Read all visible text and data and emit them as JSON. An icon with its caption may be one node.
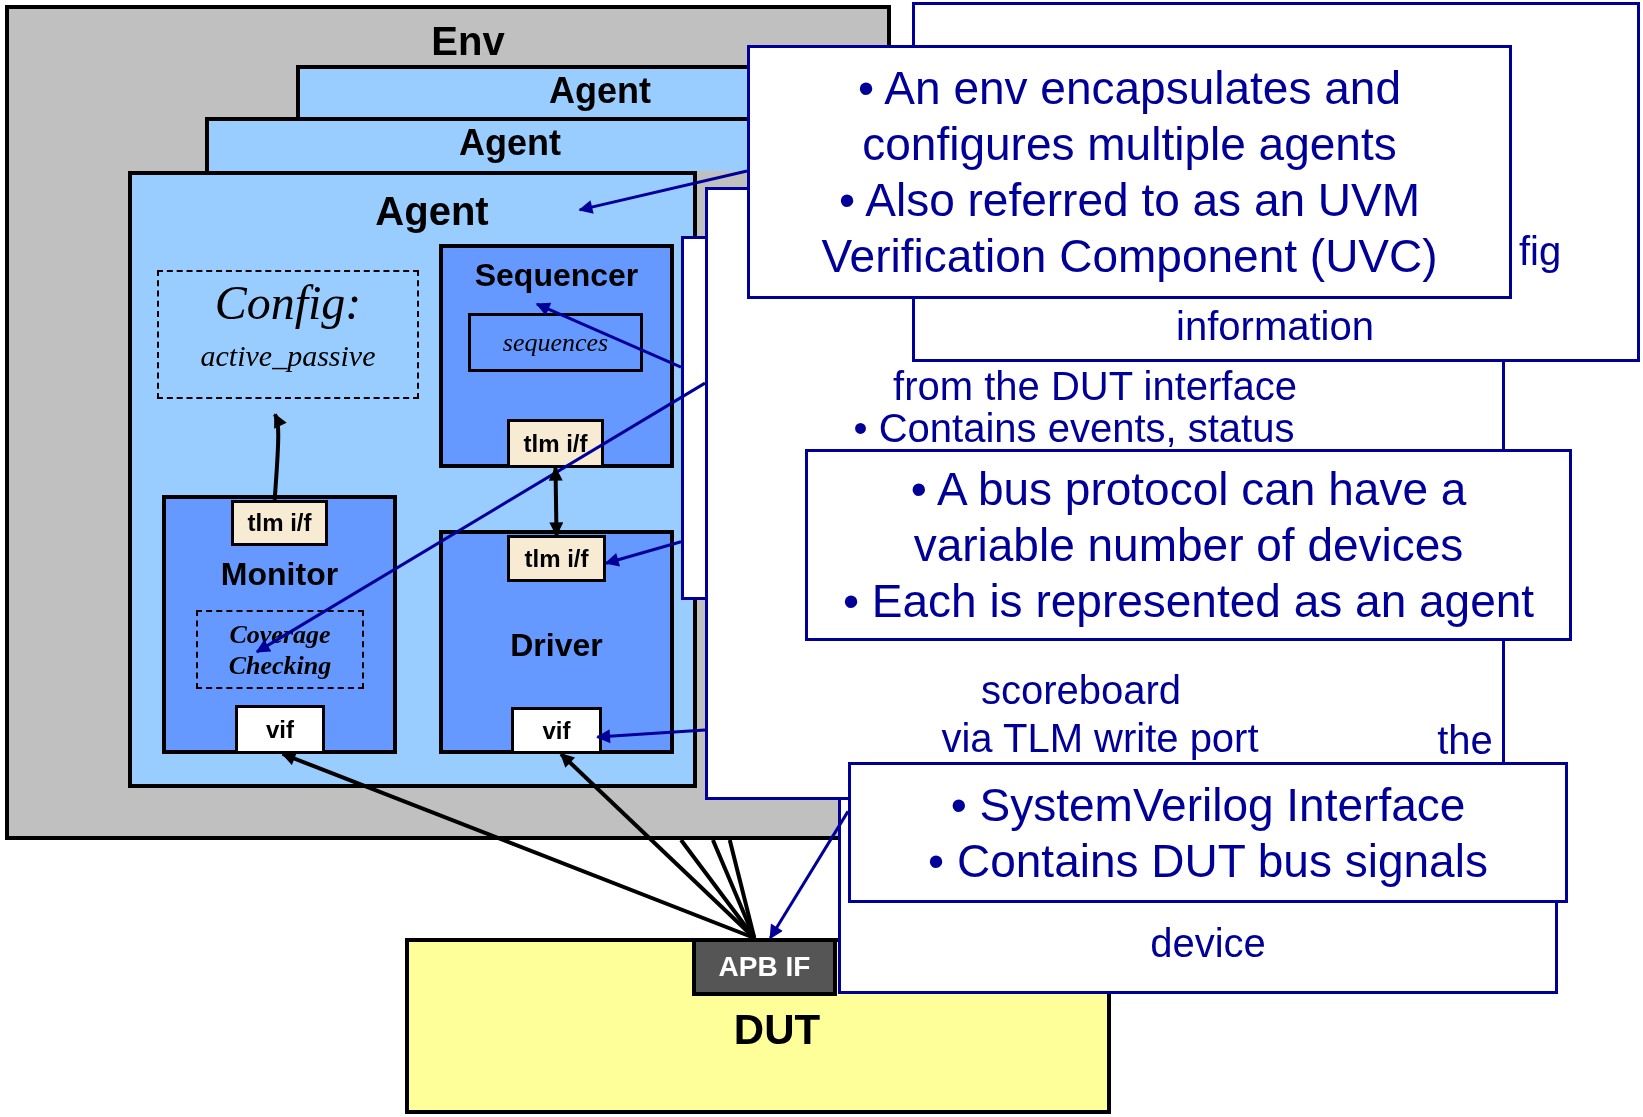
{
  "diagram": {
    "nodes": [
      {
        "text": [
          "Env"
        ]
      },
      {
        "text": [
          "Agent"
        ],
        "in": 0
      },
      {
        "text": [
          "Agent"
        ],
        "in": 0
      },
      {
        "text": [
          "Agent"
        ],
        "in": 0
      },
      {
        "text": [
          "Config:",
          "active_passive"
        ],
        "in": 3
      },
      {
        "text": [
          "Sequencer"
        ],
        "in": 3
      },
      {
        "text": [
          "sequences"
        ],
        "in": 5
      },
      {
        "text": [
          "tlm i/f"
        ],
        "in": 5
      },
      {
        "text": [
          "Monitor"
        ],
        "in": 3
      },
      {
        "text": [
          "tlm i/f"
        ],
        "in": 8
      },
      {
        "text": [
          "Coverage Checking"
        ],
        "in": 8
      },
      {
        "text": [
          "vif"
        ],
        "in": 8
      },
      {
        "text": [
          "Driver"
        ],
        "in": 3
      },
      {
        "text": [
          "tlm i/f"
        ],
        "in": 12
      },
      {
        "text": [
          "vif"
        ],
        "in": 12
      },
      {
        "text": [
          "DUT"
        ]
      },
      {
        "text": [
          "APB IF"
        ],
        "in": 15
      },
      {
        "text": [
          "fig",
          "information"
        ]
      },
      {
        "text": [],
        "shape": "box",
        "in": 0
      },
      {
        "text": [
          "from the DUT interface",
          "• Contains events, status",
          "scoreboard",
          "via TLM write port",
          "the"
        ]
      },
      {
        "text": [
          "device"
        ]
      },
      {
        "text": [
          "• An env encapsulates and configures multiple agents",
          "• Also referred to as an UVM Verification Component (UVC)"
        ]
      },
      {
        "text": [
          "• A bus protocol can have a variable number of devices",
          "• Each is represented as an agent"
        ]
      },
      {
        "text": [
          "• SystemVerilog Interface",
          "• Contains DUT bus signals"
        ]
      }
    ],
    "edges": [
      {
        "from": 21,
        "to": 3,
        "arrow": "to",
        "color": "#000099"
      },
      {
        "from": 18,
        "to": 5,
        "arrow": "to",
        "color": "#000099"
      },
      {
        "from": 19,
        "to": 10,
        "arrow": "to",
        "color": "#000099"
      },
      {
        "from": 18,
        "to": 13,
        "arrow": "to",
        "color": "#000099"
      },
      {
        "from": 19,
        "to": 14,
        "arrow": "to",
        "color": "#000099"
      },
      {
        "from": 23,
        "to": 16,
        "arrow": "to",
        "color": "#000099"
      },
      {
        "from": 16,
        "to": 11,
        "arrow": "to"
      },
      {
        "from": 16,
        "to": 14,
        "arrow": "to"
      },
      {
        "from": 7,
        "to": 13,
        "arrow": "both"
      },
      {
        "from": 9,
        "to": 4,
        "arrow": "to"
      },
      {
        "from": 16,
        "to": 0,
        "arrow": "none"
      },
      {
        "from": 16,
        "to": 0,
        "arrow": "none"
      },
      {
        "from": 16,
        "to": 0,
        "arrow": "none"
      }
    ]
  }
}
